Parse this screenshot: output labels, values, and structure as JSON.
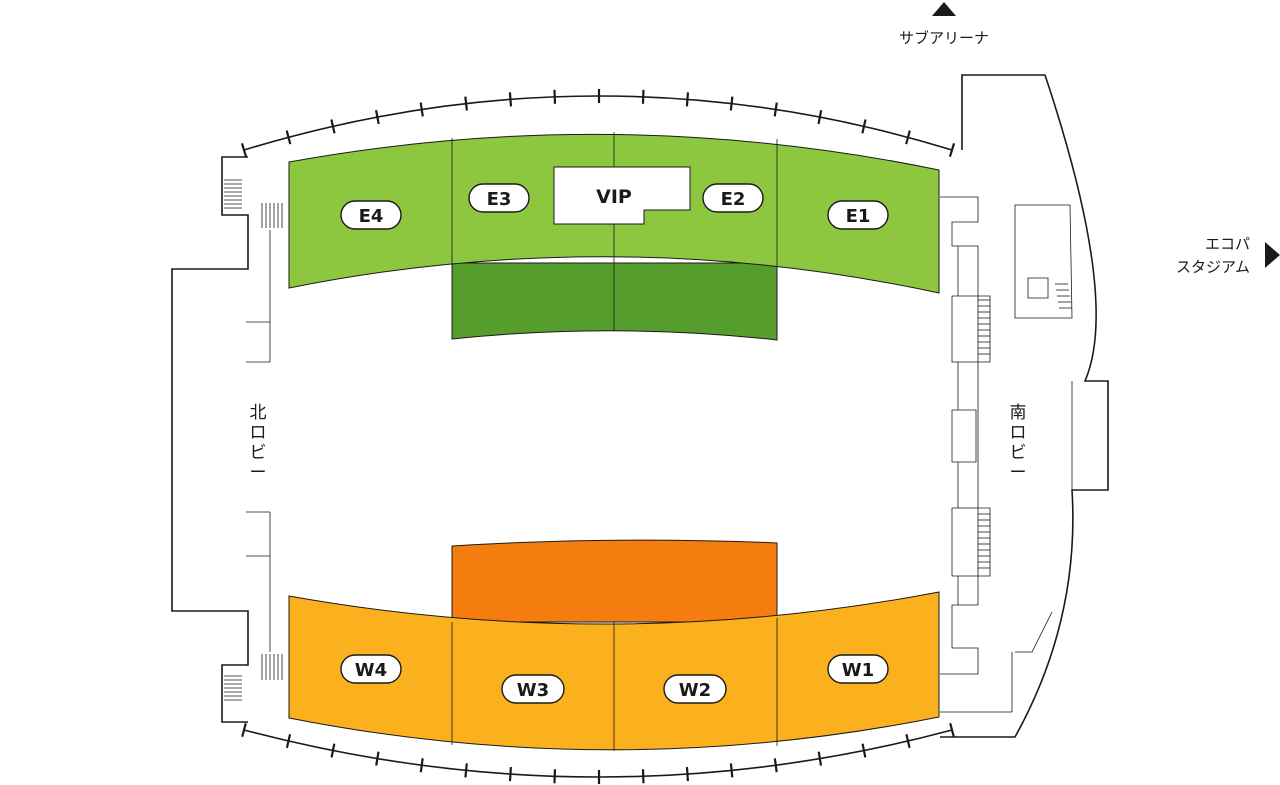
{
  "map": {
    "colors": {
      "east_upper": "#8dc63f",
      "east_lower": "#559e2e",
      "west_upper": "#fbb01e",
      "west_lower": "#f57d0f",
      "vip": "#ffffff",
      "line": "#1a1a1a"
    },
    "blocks": {
      "e1": "E1",
      "e2": "E2",
      "e3": "E3",
      "e4": "E4",
      "w1": "W1",
      "w2": "W2",
      "w3": "W3",
      "w4": "W4",
      "vip": "VIP"
    },
    "directions": {
      "sub_arena": "サブアリーナ",
      "sub_arena_icon": "triangle-up",
      "eco_line1": "エコパ",
      "eco_line2": "スタジアム",
      "eco_icon": "triangle-right"
    },
    "lobbies": {
      "north": [
        "北",
        "ロ",
        "ビ",
        "ー"
      ],
      "south": [
        "南",
        "ロ",
        "ビ",
        "ー"
      ]
    }
  }
}
